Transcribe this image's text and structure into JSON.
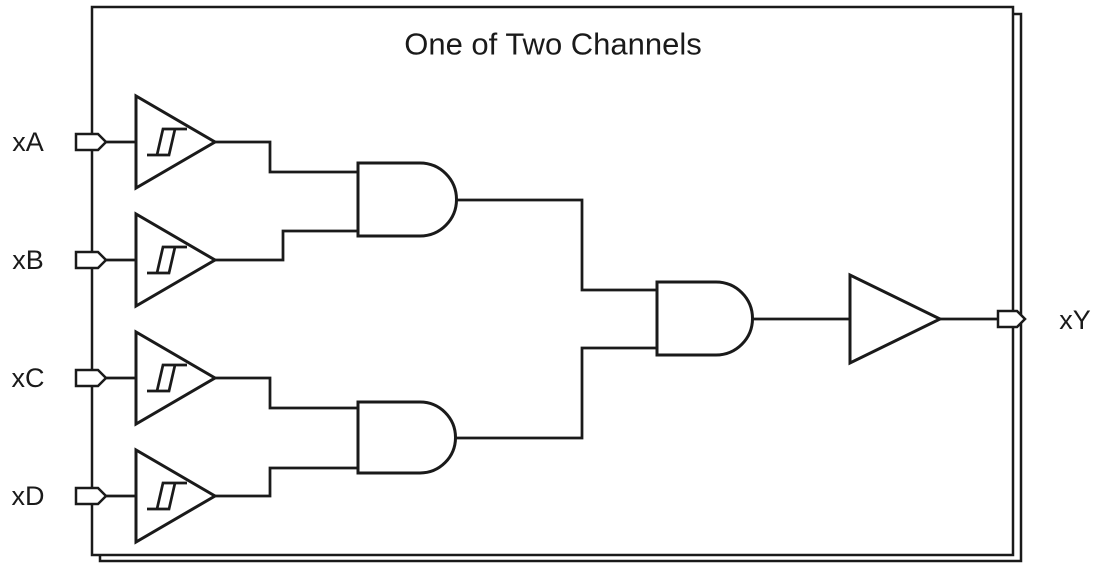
{
  "title": "One of Two Channels",
  "colors": {
    "line": "#1a1a1a",
    "background": "#ffffff"
  },
  "inputs": [
    {
      "label": "xA",
      "conditioning": "schmitt-trigger-buffer"
    },
    {
      "label": "xB",
      "conditioning": "schmitt-trigger-buffer"
    },
    {
      "label": "xC",
      "conditioning": "schmitt-trigger-buffer"
    },
    {
      "label": "xD",
      "conditioning": "schmitt-trigger-buffer"
    }
  ],
  "output": {
    "label": "xY",
    "driver": "buffer"
  },
  "gates": [
    {
      "id": "and-1",
      "type": "AND",
      "in": [
        "xA",
        "xB"
      ]
    },
    {
      "id": "and-2",
      "type": "AND",
      "in": [
        "xC",
        "xD"
      ]
    },
    {
      "id": "and-3",
      "type": "AND",
      "in": [
        "and-1",
        "and-2"
      ]
    }
  ],
  "logic_expression": "xY = (xA AND xB) AND (xC AND xD)"
}
